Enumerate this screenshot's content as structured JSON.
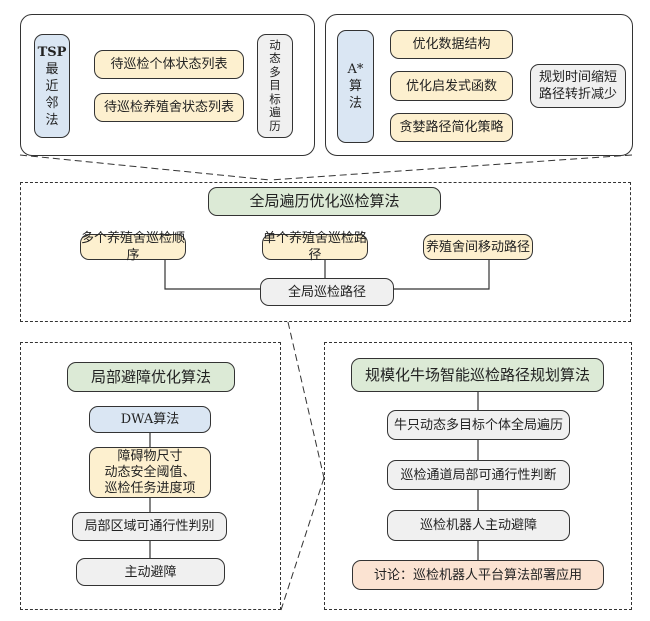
{
  "top_left": {
    "method_label": [
      "TSP",
      "最",
      "近",
      "邻",
      "法"
    ],
    "items": [
      "待巡检个体状态列表",
      "待巡检养殖舍状态列表"
    ],
    "result_label": [
      "动",
      "态",
      "多",
      "目",
      "标",
      "遍",
      "历"
    ]
  },
  "top_right": {
    "method_label": [
      "A*",
      "算",
      "法"
    ],
    "items": [
      "优化数据结构",
      "优化启发式函数",
      "贪婪路径简化策略"
    ],
    "result_label": [
      "规划时间缩短",
      "路径转折减少"
    ]
  },
  "middle": {
    "title": "全局遍历优化巡检算法",
    "items": [
      "多个养殖舍巡检顺序",
      "单个养殖舍巡检路径",
      "养殖舍间移动路径"
    ],
    "result": "全局巡检路径"
  },
  "bottom_left": {
    "title": "局部避障优化算法",
    "method": "DWA算法",
    "factors": [
      "障碍物尺寸",
      "动态安全阈值、",
      "巡检任务进度项"
    ],
    "step": "局部区域可通行性判别",
    "result": "主动避障"
  },
  "bottom_right": {
    "title": "规模化牛场智能巡检路径规划算法",
    "steps": [
      "牛只动态多目标个体全局遍历",
      "巡检通道局部可通行性判断",
      "巡检机器人主动避障"
    ],
    "discussion": "讨论：巡检机器人平台算法部署应用"
  },
  "colors": {
    "method_blue": "#dae6f3",
    "item_yellow": "#fdf0cf",
    "result_gray": "#f0f0f0",
    "title_green": "#dcead6",
    "discussion_peach": "#fbe3d2",
    "stroke": "#333333"
  }
}
